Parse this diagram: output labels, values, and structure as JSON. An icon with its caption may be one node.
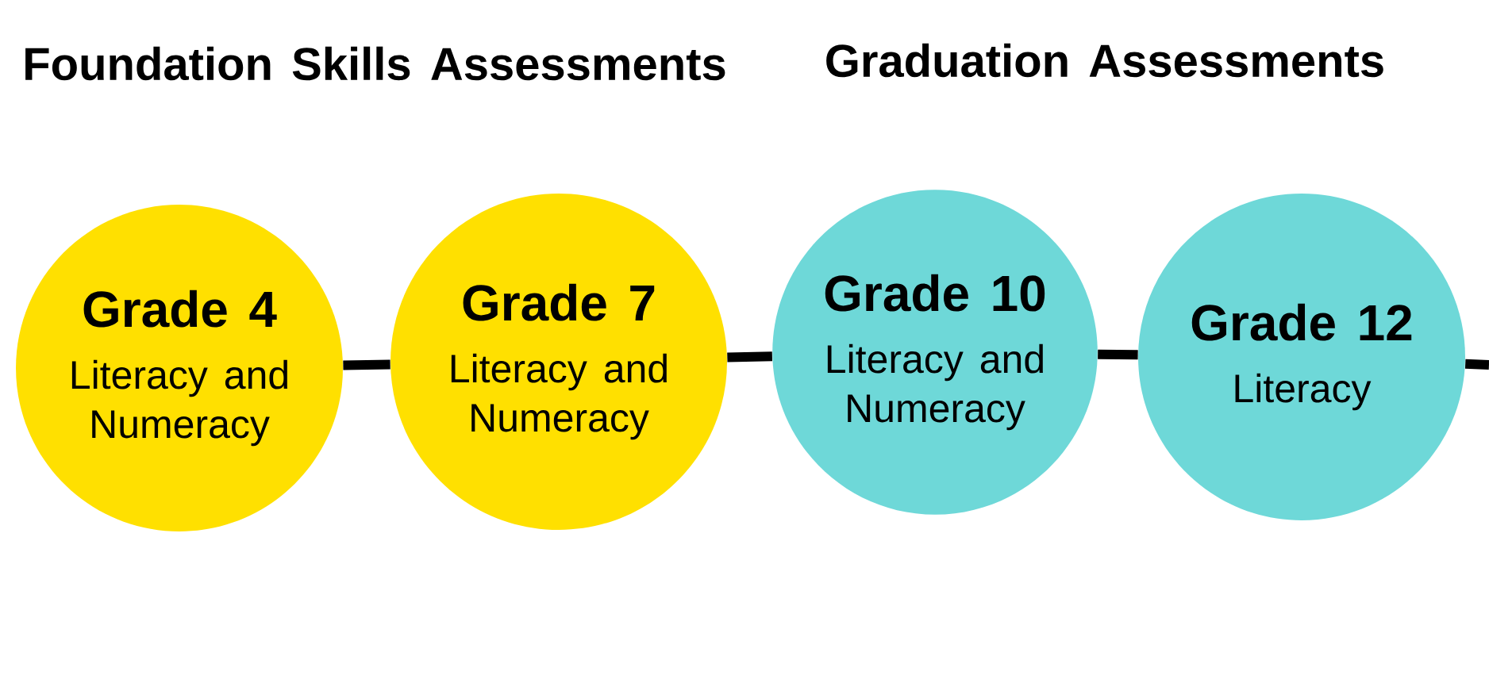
{
  "diagram": {
    "nodes": [
      {
        "text": [
          "Grade 4",
          "Literacy and Numeracy"
        ]
      },
      {
        "text": [
          "Grade 7",
          "Literacy and Numeracy"
        ]
      },
      {
        "text": [
          "Grade 10",
          "Literacy and Numeracy"
        ]
      },
      {
        "text": [
          "Grade 12",
          "Literacy"
        ]
      }
    ],
    "edges": [
      {
        "from": 0,
        "to": 1,
        "arrow": "none"
      },
      {
        "from": 1,
        "to": 2,
        "arrow": "none"
      },
      {
        "from": 2,
        "to": 3,
        "arrow": "none"
      },
      {
        "from": 3,
        "to": null,
        "arrow": "none"
      }
    ],
    "labels": [
      "Foundation Skills Assessments",
      "Graduation Assessments"
    ]
  }
}
